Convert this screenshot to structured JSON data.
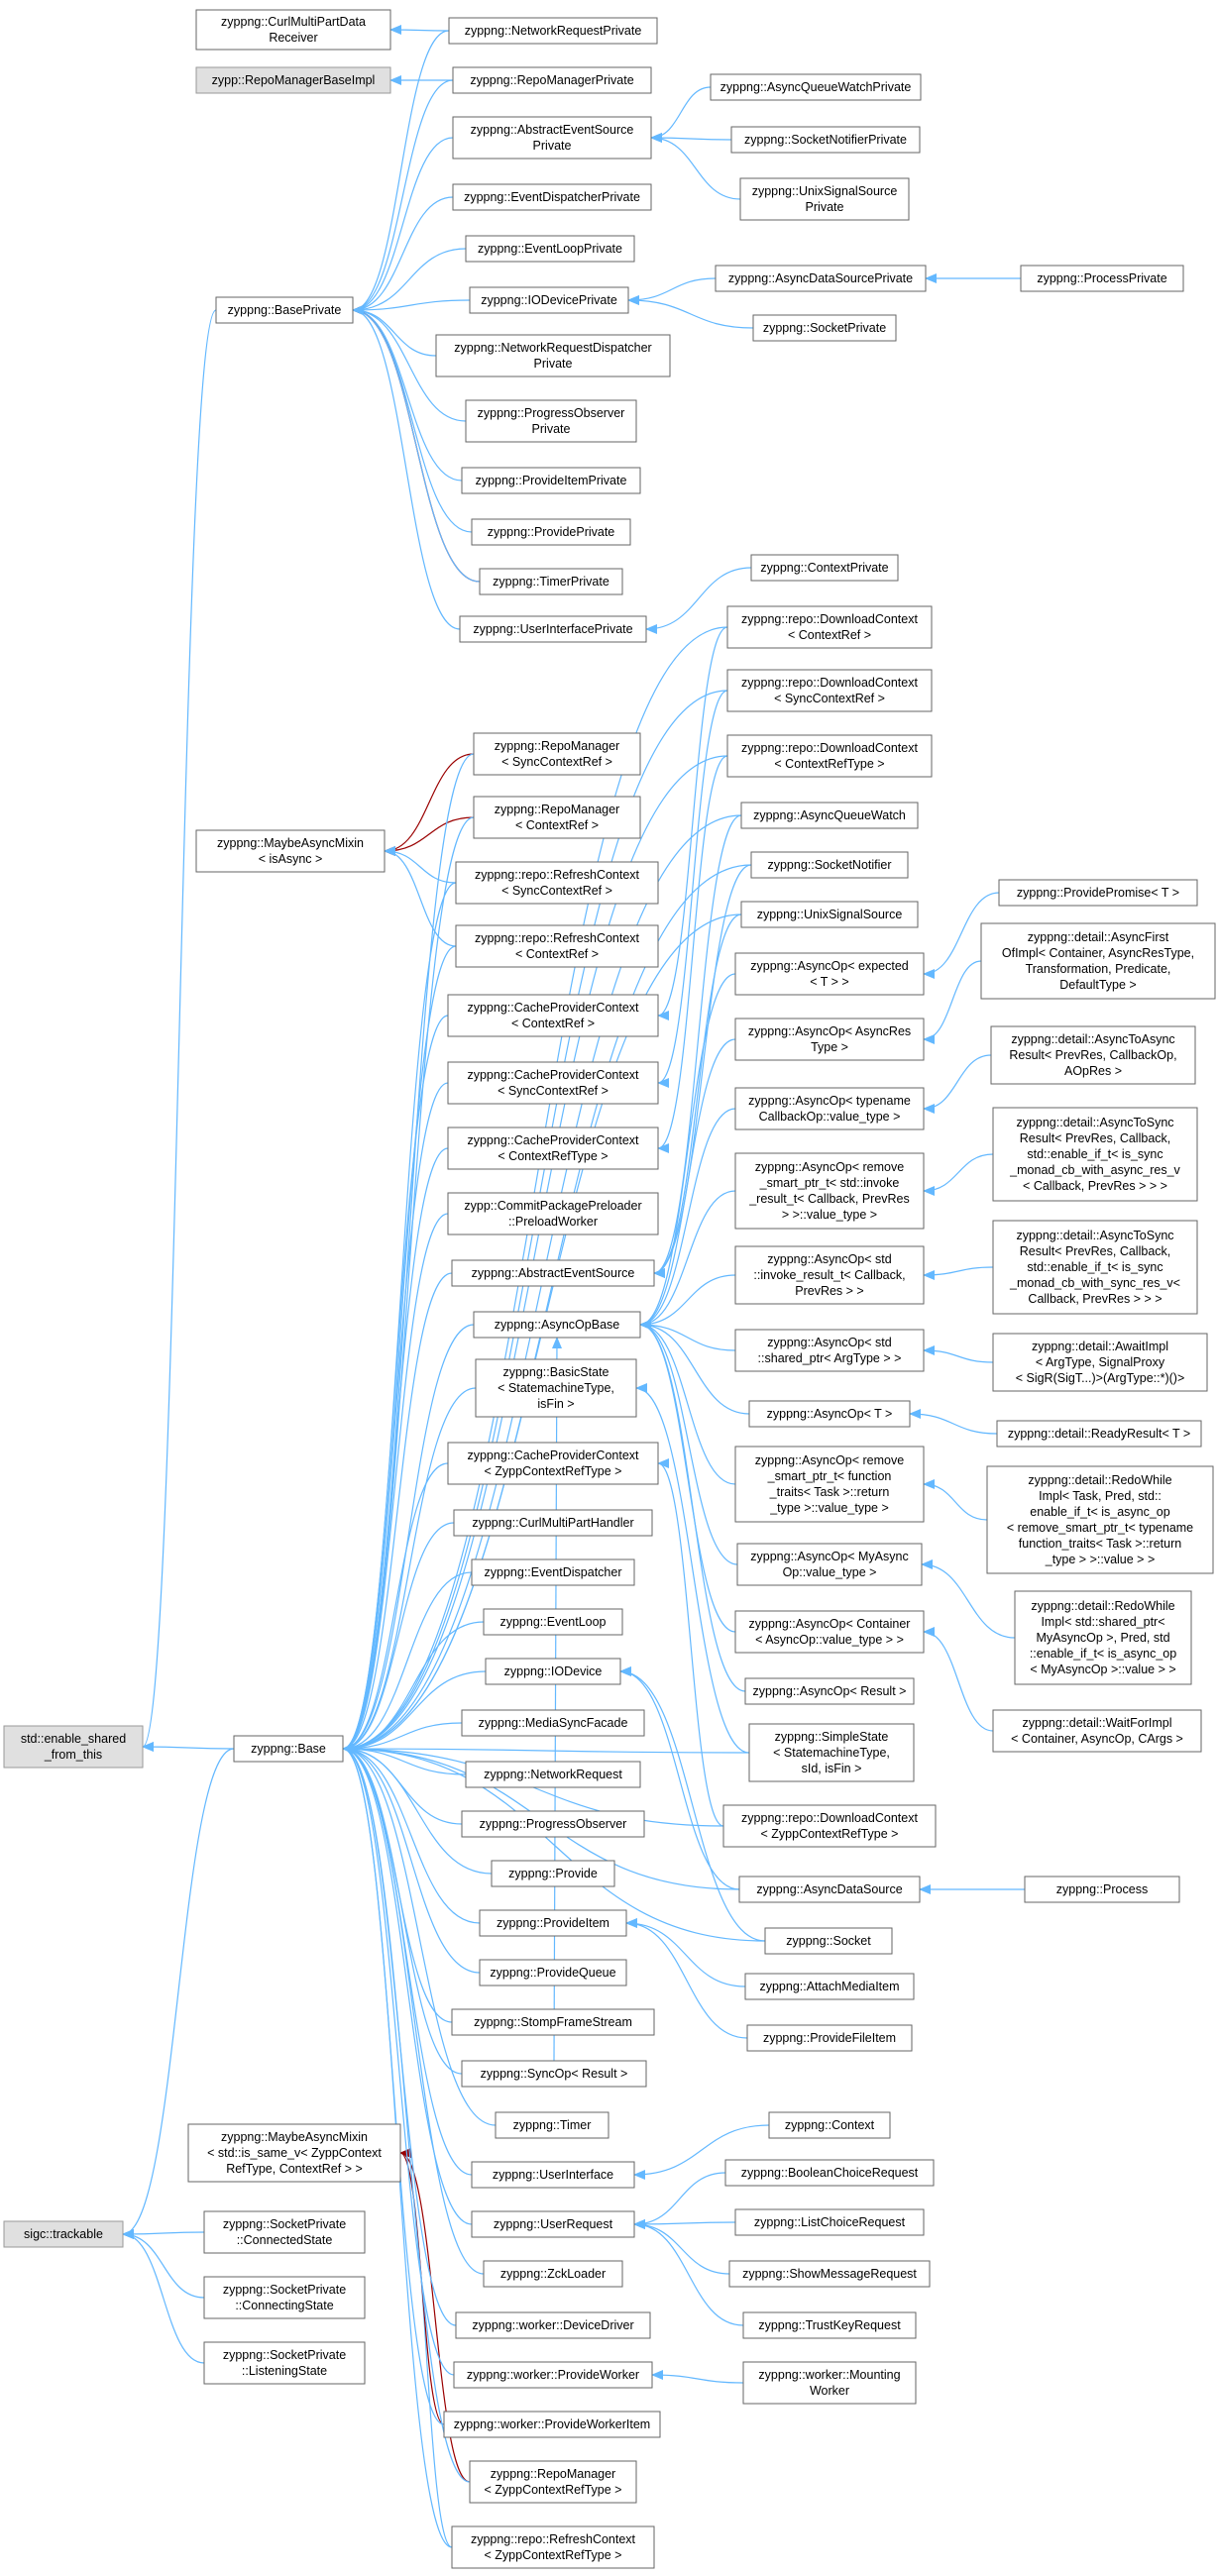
{
  "colors": {
    "inherit": "#63b8ff",
    "template": "#9a0000",
    "node_border": "#666666",
    "grey_node": "#e0e0e0"
  },
  "nodes": [
    {
      "id": "curlRecv",
      "lines": [
        "zyppng::CurlMultiPartData",
        "Receiver"
      ]
    },
    {
      "id": "netReqPriv",
      "lines": [
        "zyppng::NetworkRequestPrivate"
      ]
    },
    {
      "id": "repoMgrBaseImpl",
      "lines": [
        "zypp::RepoManagerBaseImpl"
      ],
      "grey": true
    },
    {
      "id": "repoMgrPriv",
      "lines": [
        "zyppng::RepoManagerPrivate"
      ]
    },
    {
      "id": "absEvSrcPriv",
      "lines": [
        "zyppng::AbstractEventSource",
        "Private"
      ]
    },
    {
      "id": "asyncQWatchPriv",
      "lines": [
        "zyppng::AsyncQueueWatchPrivate"
      ]
    },
    {
      "id": "sockNotifPriv",
      "lines": [
        "zyppng::SocketNotifierPrivate"
      ]
    },
    {
      "id": "unixSigPriv",
      "lines": [
        "zyppng::UnixSignalSource",
        "Private"
      ]
    },
    {
      "id": "evDispPriv",
      "lines": [
        "zyppng::EventDispatcherPrivate"
      ]
    },
    {
      "id": "evLoopPriv",
      "lines": [
        "zyppng::EventLoopPrivate"
      ]
    },
    {
      "id": "ioDevPriv",
      "lines": [
        "zyppng::IODevicePrivate"
      ]
    },
    {
      "id": "asyncDSPriv",
      "lines": [
        "zyppng::AsyncDataSourcePrivate"
      ]
    },
    {
      "id": "procPriv",
      "lines": [
        "zyppng::ProcessPrivate"
      ]
    },
    {
      "id": "sockPriv",
      "lines": [
        "zyppng::SocketPrivate"
      ]
    },
    {
      "id": "basePriv",
      "lines": [
        "zyppng::BasePrivate"
      ]
    },
    {
      "id": "netReqDispPriv",
      "lines": [
        "zyppng::NetworkRequestDispatcher",
        "Private"
      ]
    },
    {
      "id": "progObsPriv",
      "lines": [
        "zyppng::ProgressObserver",
        "Private"
      ]
    },
    {
      "id": "provItemPriv",
      "lines": [
        "zyppng::ProvideItemPrivate"
      ]
    },
    {
      "id": "providePriv",
      "lines": [
        "zyppng::ProvidePrivate"
      ]
    },
    {
      "id": "timerPriv",
      "lines": [
        "zyppng::TimerPrivate"
      ]
    },
    {
      "id": "ctxPriv",
      "lines": [
        "zyppng::ContextPrivate"
      ]
    },
    {
      "id": "uiPriv",
      "lines": [
        "zyppng::UserInterfacePrivate"
      ]
    },
    {
      "id": "dlCtxRef",
      "lines": [
        "zyppng::repo::DownloadContext",
        "< ContextRef >"
      ]
    },
    {
      "id": "dlCtxSync",
      "lines": [
        "zyppng::repo::DownloadContext",
        "< SyncContextRef >"
      ]
    },
    {
      "id": "dlCtxType",
      "lines": [
        "zyppng::repo::DownloadContext",
        "< ContextRefType >"
      ]
    },
    {
      "id": "repoMgrSync",
      "lines": [
        "zyppng::RepoManager",
        "< SyncContextRef >"
      ]
    },
    {
      "id": "repoMgrCtx",
      "lines": [
        "zyppng::RepoManager",
        "< ContextRef >"
      ]
    },
    {
      "id": "maybeAsync",
      "lines": [
        "zyppng::MaybeAsyncMixin",
        "< isAsync >"
      ]
    },
    {
      "id": "asyncQWatch",
      "lines": [
        "zyppng::AsyncQueueWatch"
      ]
    },
    {
      "id": "refreshSync",
      "lines": [
        "zyppng::repo::RefreshContext",
        "< SyncContextRef >"
      ]
    },
    {
      "id": "sockNotif",
      "lines": [
        "zyppng::SocketNotifier"
      ]
    },
    {
      "id": "unixSig",
      "lines": [
        "zyppng::UnixSignalSource"
      ]
    },
    {
      "id": "provPromise",
      "lines": [
        "zyppng::ProvidePromise< T >"
      ]
    },
    {
      "id": "refreshCtx",
      "lines": [
        "zyppng::repo::RefreshContext",
        "< ContextRef >"
      ]
    },
    {
      "id": "aoExpected",
      "lines": [
        "zyppng::AsyncOp< expected",
        "< T > >"
      ]
    },
    {
      "id": "asyncFirst",
      "lines": [
        "zyppng::detail::AsyncFirst",
        "OfImpl< Container, AsyncResType,",
        "Transformation, Predicate,",
        "DefaultType >"
      ]
    },
    {
      "id": "cacheCtx",
      "lines": [
        "zyppng::CacheProviderContext",
        "< ContextRef >"
      ]
    },
    {
      "id": "aoAsyncRes",
      "lines": [
        "zyppng::AsyncOp< AsyncRes",
        "Type >"
      ]
    },
    {
      "id": "asyncToAsync",
      "lines": [
        "zyppng::detail::AsyncToAsync",
        "Result< PrevRes, CallbackOp,",
        "AOpRes >"
      ]
    },
    {
      "id": "cacheSync",
      "lines": [
        "zyppng::CacheProviderContext",
        "< SyncContextRef >"
      ]
    },
    {
      "id": "aoTypename",
      "lines": [
        "zyppng::AsyncOp< typename",
        "CallbackOp::value_type >"
      ]
    },
    {
      "id": "cacheType",
      "lines": [
        "zyppng::CacheProviderContext",
        "< ContextRefType >"
      ]
    },
    {
      "id": "aoRemoveInvoke",
      "lines": [
        "zyppng::AsyncOp< remove",
        "_smart_ptr_t< std::invoke",
        "_result_t< Callback, PrevRes",
        "> >::value_type >"
      ]
    },
    {
      "id": "asyncToSync1",
      "lines": [
        "zyppng::detail::AsyncToSync",
        "Result< PrevRes, Callback,",
        "std::enable_if_t< is_sync",
        "_monad_cb_with_async_res_v",
        "< Callback, PrevRes > > >"
      ]
    },
    {
      "id": "commitPreload",
      "lines": [
        "zypp::CommitPackagePreloader",
        "::PreloadWorker"
      ]
    },
    {
      "id": "absEvSrc",
      "lines": [
        "zyppng::AbstractEventSource"
      ]
    },
    {
      "id": "aoStdInvoke",
      "lines": [
        "zyppng::AsyncOp< std",
        "::invoke_result_t< Callback,",
        "PrevRes > >"
      ]
    },
    {
      "id": "asyncToSync2",
      "lines": [
        "zyppng::detail::AsyncToSync",
        "Result< PrevRes, Callback,",
        "std::enable_if_t< is_sync",
        "_monad_cb_with_sync_res_v<",
        "Callback, PrevRes > > >"
      ]
    },
    {
      "id": "asyncOpBase",
      "lines": [
        "zyppng::AsyncOpBase"
      ]
    },
    {
      "id": "aoShared",
      "lines": [
        "zyppng::AsyncOp< std",
        "::shared_ptr< ArgType > >"
      ]
    },
    {
      "id": "awaitImpl",
      "lines": [
        "zyppng::detail::AwaitImpl",
        "< ArgType, SignalProxy",
        "< SigR(SigT...)>(ArgType::*)()>"
      ]
    },
    {
      "id": "basicState",
      "lines": [
        "zyppng::BasicState",
        "< StatemachineType,",
        "isFin >"
      ]
    },
    {
      "id": "aoT",
      "lines": [
        "zyppng::AsyncOp< T >"
      ]
    },
    {
      "id": "readyResult",
      "lines": [
        "zyppng::detail::ReadyResult< T >"
      ]
    },
    {
      "id": "cacheZypp",
      "lines": [
        "zyppng::CacheProviderContext",
        "< ZyppContextRefType >"
      ]
    },
    {
      "id": "aoRemoveFunc",
      "lines": [
        "zyppng::AsyncOp< remove",
        "_smart_ptr_t< function",
        "_traits< Task >::return",
        "_type >::value_type >"
      ]
    },
    {
      "id": "redoWhile1",
      "lines": [
        "zyppng::detail::RedoWhile",
        "Impl< Task, Pred, std::",
        "enable_if_t< is_async_op",
        "< remove_smart_ptr_t< typename",
        "function_traits< Task >::return",
        "_type > >::value > >"
      ]
    },
    {
      "id": "curlHandler",
      "lines": [
        "zyppng::CurlMultiPartHandler"
      ]
    },
    {
      "id": "evDisp",
      "lines": [
        "zyppng::EventDispatcher"
      ]
    },
    {
      "id": "aoMyAsync",
      "lines": [
        "zyppng::AsyncOp< MyAsync",
        "Op::value_type >"
      ]
    },
    {
      "id": "evLoop",
      "lines": [
        "zyppng::EventLoop"
      ]
    },
    {
      "id": "redoWhile2",
      "lines": [
        "zyppng::detail::RedoWhile",
        "Impl< std::shared_ptr<",
        "MyAsyncOp >, Pred, std",
        "::enable_if_t< is_async_op",
        "< MyAsyncOp >::value > >"
      ]
    },
    {
      "id": "aoContainer",
      "lines": [
        "zyppng::AsyncOp< Container",
        "< AsyncOp::value_type > >"
      ]
    },
    {
      "id": "ioDev",
      "lines": [
        "zyppng::IODevice"
      ]
    },
    {
      "id": "aoResult",
      "lines": [
        "zyppng::AsyncOp< Result >"
      ]
    },
    {
      "id": "waitFor",
      "lines": [
        "zyppng::detail::WaitForImpl",
        "< Container, AsyncOp, CArgs >"
      ]
    },
    {
      "id": "mediaSync",
      "lines": [
        "zyppng::MediaSyncFacade"
      ]
    },
    {
      "id": "enableShared",
      "lines": [
        "std::enable_shared",
        "_from_this"
      ],
      "grey": true
    },
    {
      "id": "base",
      "lines": [
        "zyppng::Base"
      ]
    },
    {
      "id": "simpleState",
      "lines": [
        "zyppng::SimpleState",
        "< StatemachineType,",
        "sId, isFin >"
      ]
    },
    {
      "id": "netReq",
      "lines": [
        "zyppng::NetworkRequest"
      ]
    },
    {
      "id": "progObs",
      "lines": [
        "zyppng::ProgressObserver"
      ]
    },
    {
      "id": "dlCtxZypp",
      "lines": [
        "zyppng::repo::DownloadContext",
        "< ZyppContextRefType >"
      ]
    },
    {
      "id": "provide",
      "lines": [
        "zyppng::Provide"
      ]
    },
    {
      "id": "asyncDS",
      "lines": [
        "zyppng::AsyncDataSource"
      ]
    },
    {
      "id": "process",
      "lines": [
        "zyppng::Process"
      ]
    },
    {
      "id": "provItem",
      "lines": [
        "zyppng::ProvideItem"
      ]
    },
    {
      "id": "socket",
      "lines": [
        "zyppng::Socket"
      ]
    },
    {
      "id": "provQueue",
      "lines": [
        "zyppng::ProvideQueue"
      ]
    },
    {
      "id": "attachMedia",
      "lines": [
        "zyppng::AttachMediaItem"
      ]
    },
    {
      "id": "stomp",
      "lines": [
        "zyppng::StompFrameStream"
      ]
    },
    {
      "id": "provFile",
      "lines": [
        "zyppng::ProvideFileItem"
      ]
    },
    {
      "id": "syncOp",
      "lines": [
        "zyppng::SyncOp< Result >"
      ]
    },
    {
      "id": "timer",
      "lines": [
        "zyppng::Timer"
      ]
    },
    {
      "id": "context",
      "lines": [
        "zyppng::Context"
      ]
    },
    {
      "id": "maybeAsync2",
      "lines": [
        "zyppng::MaybeAsyncMixin",
        "< std::is_same_v< ZyppContext",
        "RefType, ContextRef > >"
      ]
    },
    {
      "id": "ui",
      "lines": [
        "zyppng::UserInterface"
      ]
    },
    {
      "id": "boolReq",
      "lines": [
        "zyppng::BooleanChoiceRequest"
      ]
    },
    {
      "id": "sockConnected",
      "lines": [
        "zyppng::SocketPrivate",
        "::ConnectedState"
      ]
    },
    {
      "id": "trackable",
      "lines": [
        "sigc::trackable"
      ],
      "grey": true
    },
    {
      "id": "userReq",
      "lines": [
        "zyppng::UserRequest"
      ]
    },
    {
      "id": "listReq",
      "lines": [
        "zyppng::ListChoiceRequest"
      ]
    },
    {
      "id": "zckLoader",
      "lines": [
        "zyppng::ZckLoader"
      ]
    },
    {
      "id": "showMsg",
      "lines": [
        "zyppng::ShowMessageRequest"
      ]
    },
    {
      "id": "sockConnecting",
      "lines": [
        "zyppng::SocketPrivate",
        "::ConnectingState"
      ]
    },
    {
      "id": "devDriver",
      "lines": [
        "zyppng::worker::DeviceDriver"
      ]
    },
    {
      "id": "trustKey",
      "lines": [
        "zyppng::TrustKeyRequest"
      ]
    },
    {
      "id": "sockListening",
      "lines": [
        "zyppng::SocketPrivate",
        "::ListeningState"
      ]
    },
    {
      "id": "provWorker",
      "lines": [
        "zyppng::worker::ProvideWorker"
      ]
    },
    {
      "id": "mountWorker",
      "lines": [
        "zyppng::worker::Mounting",
        "Worker"
      ]
    },
    {
      "id": "provWorkerItem",
      "lines": [
        "zyppng::worker::ProvideWorkerItem"
      ]
    },
    {
      "id": "repoMgrZypp",
      "lines": [
        "zyppng::RepoManager",
        "< ZyppContextRefType >"
      ]
    },
    {
      "id": "refreshZypp",
      "lines": [
        "zyppng::repo::RefreshContext",
        "< ZyppContextRefType >"
      ]
    }
  ]
}
